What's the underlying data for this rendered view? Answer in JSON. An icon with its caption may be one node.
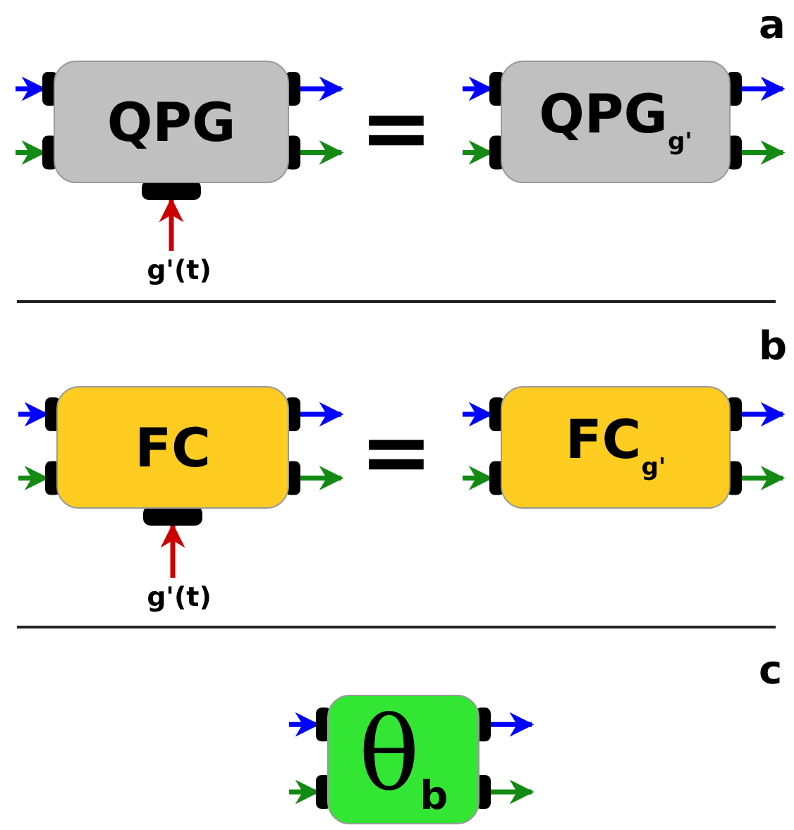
{
  "diagram": {
    "nodes": [
      {
        "text": [
          "QPG"
        ]
      },
      {
        "text": [
          "QPG$_{g'}$"
        ]
      },
      {
        "text": [
          "g'(t)"
        ]
      },
      {
        "text": [
          "FC"
        ]
      },
      {
        "text": [
          "FC$_{g'}$"
        ]
      },
      {
        "text": [
          "g'(t)"
        ]
      },
      {
        "text": [
          "θ$_{b}$"
        ]
      }
    ],
    "edges": [
      {
        "from": null,
        "to": 0,
        "arrow": "to",
        "color": "#0000ff"
      },
      {
        "from": null,
        "to": 0,
        "arrow": "to",
        "color": "#138a13"
      },
      {
        "from": 0,
        "to": null,
        "arrow": "to",
        "color": "#0000ff"
      },
      {
        "from": 0,
        "to": null,
        "arrow": "to",
        "color": "#138a13"
      },
      {
        "from": 2,
        "to": 0,
        "arrow": "to",
        "color": "#cc0000"
      },
      {
        "from": null,
        "to": 1,
        "arrow": "to",
        "color": "#0000ff"
      },
      {
        "from": null,
        "to": 1,
        "arrow": "to",
        "color": "#138a13"
      },
      {
        "from": 1,
        "to": null,
        "arrow": "to",
        "color": "#0000ff"
      },
      {
        "from": 1,
        "to": null,
        "arrow": "to",
        "color": "#138a13"
      },
      {
        "from": null,
        "to": 3,
        "arrow": "to",
        "color": "#0000ff"
      },
      {
        "from": null,
        "to": 3,
        "arrow": "to",
        "color": "#138a13"
      },
      {
        "from": 3,
        "to": null,
        "arrow": "to",
        "color": "#0000ff"
      },
      {
        "from": 3,
        "to": null,
        "arrow": "to",
        "color": "#138a13"
      },
      {
        "from": 5,
        "to": 3,
        "arrow": "to",
        "color": "#cc0000"
      },
      {
        "from": null,
        "to": 4,
        "arrow": "to",
        "color": "#0000ff"
      },
      {
        "from": null,
        "to": 4,
        "arrow": "to",
        "color": "#138a13"
      },
      {
        "from": 4,
        "to": null,
        "arrow": "to",
        "color": "#0000ff"
      },
      {
        "from": 4,
        "to": null,
        "arrow": "to",
        "color": "#138a13"
      },
      {
        "from": null,
        "to": 6,
        "arrow": "to",
        "color": "#0000ff"
      },
      {
        "from": null,
        "to": 6,
        "arrow": "to",
        "color": "#138a13"
      },
      {
        "from": 6,
        "to": null,
        "arrow": "to",
        "color": "#0000ff"
      },
      {
        "from": 6,
        "to": null,
        "arrow": "to",
        "color": "#138a13"
      }
    ],
    "labels": [
      "a",
      "=",
      "b",
      "=",
      "c"
    ]
  }
}
